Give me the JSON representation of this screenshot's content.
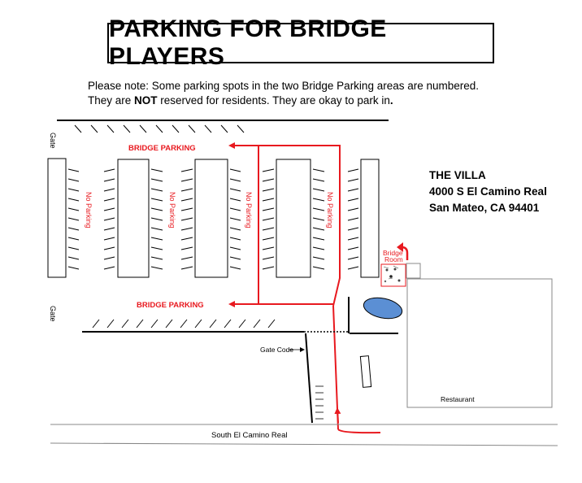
{
  "title": "PARKING FOR BRIDGE PLAYERS",
  "note": {
    "line1": "Please note:  Some parking spots in the two Bridge Parking areas are numbered.",
    "line2_before": "They are ",
    "line2_bold": "NOT",
    "line2_after": " reserved for residents.  They are okay to park in",
    "line2_end": "."
  },
  "labels": {
    "gate_top": "Gate",
    "gate_bottom": "Gate",
    "bridge_parking_top": "BRIDGE PARKING",
    "bridge_parking_bottom": "BRIDGE PARKING",
    "no_parking": "No Parking",
    "gate_code": "Gate Code",
    "bridge_room_line1": "Bridge",
    "bridge_room_line2": "Room",
    "restaurant": "Restaurant",
    "street": "South El Camino Real"
  },
  "address": {
    "name": "THE VILLA",
    "street": "4000 S El Camino Real",
    "city": "San Mateo, CA 94401"
  },
  "colors": {
    "route": "#e8191f",
    "pond": "#5b8fd4",
    "line": "#000000",
    "curb": "#888888"
  }
}
